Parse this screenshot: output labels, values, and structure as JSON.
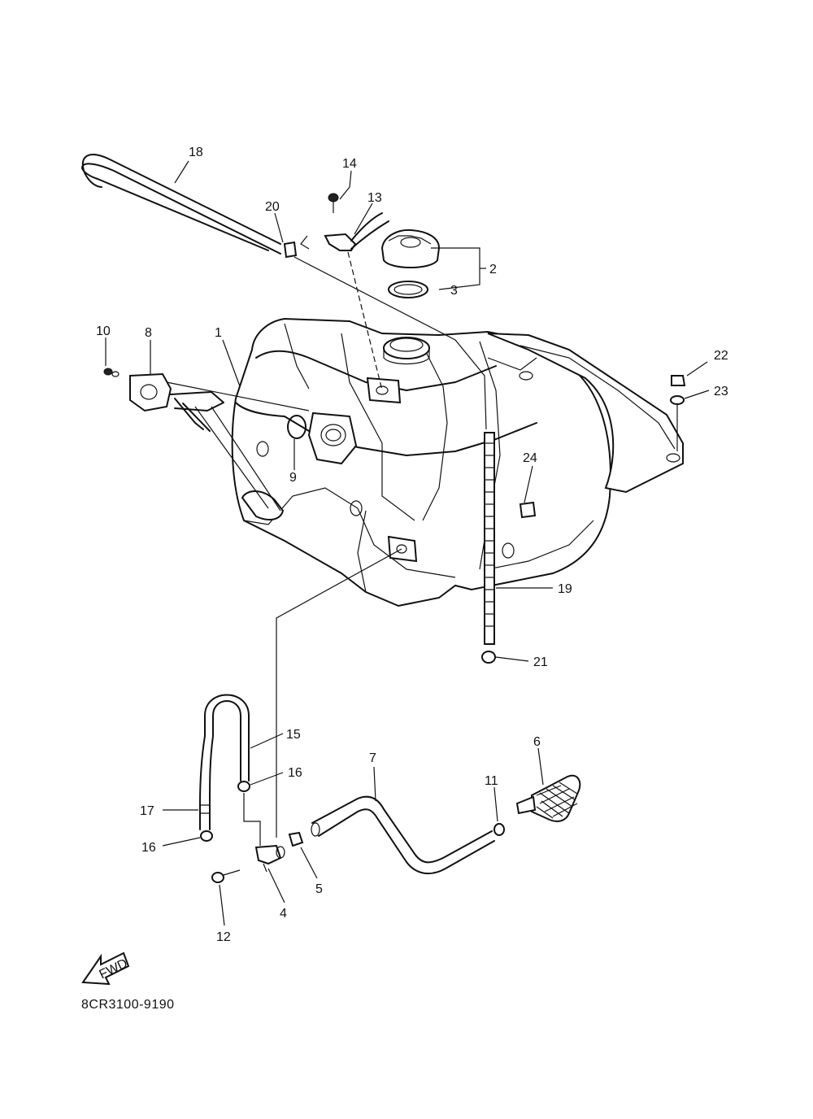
{
  "diagram": {
    "callouts": {
      "c1": "1",
      "c2": "2",
      "c3": "3",
      "c4": "4",
      "c5": "5",
      "c6": "6",
      "c7": "7",
      "c8": "8",
      "c9": "9",
      "c10": "10",
      "c11": "11",
      "c12": "12",
      "c13": "13",
      "c14": "14",
      "c15": "15",
      "c16a": "16",
      "c16b": "16",
      "c17": "17",
      "c18": "18",
      "c19": "19",
      "c20": "20",
      "c21": "21",
      "c22": "22",
      "c23": "23",
      "c24": "24"
    },
    "fwd_label": "FWD",
    "drawing_code": "8CR3100-9190"
  }
}
